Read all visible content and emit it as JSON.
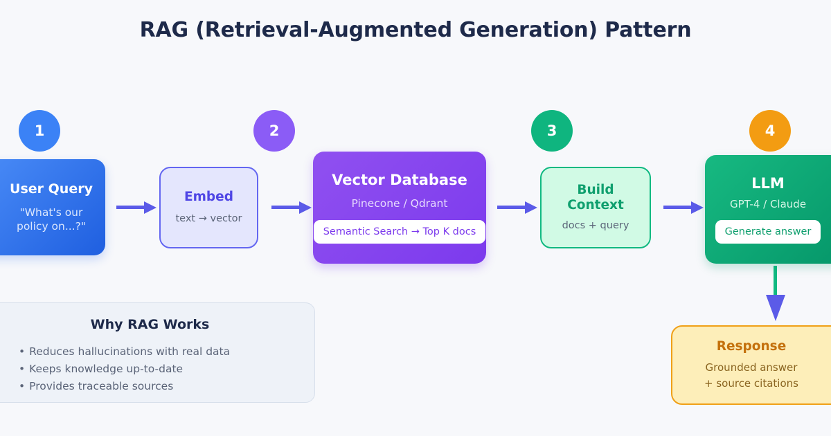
{
  "title": "RAG (Retrieval-Augmented Generation) Pattern",
  "colors": {
    "background": "#f7f8fb",
    "title": "#1e2a4a",
    "arrow": "#5b5be8",
    "step1": "#3b82f6",
    "step2": "#8b5cf6",
    "step3": "#10b981",
    "step4": "#f39c12",
    "vector_db": "#7c3aed",
    "llm": "#059669",
    "response_border": "#f0a018",
    "build_context_border": "#10b981",
    "embed_border": "#6366f1",
    "down_connector": "#10b981"
  },
  "steps": [
    {
      "number": "1",
      "badge_color": "#3b82f6"
    },
    {
      "number": "2",
      "badge_color": "#8b5cf6"
    },
    {
      "number": "3",
      "badge_color": "#0fb57f"
    },
    {
      "number": "4",
      "badge_color": "#f39c12"
    }
  ],
  "boxes": {
    "user_query": {
      "title": "User Query",
      "subtitle": "\"What's our\npolicy on...?\"",
      "sub_line1": "\"What's our",
      "sub_line2": "policy on...?\""
    },
    "embed": {
      "title": "Embed",
      "subtitle": "text → vector"
    },
    "vector_db": {
      "title": "Vector Database",
      "subtitle": "Pinecone / Qdrant",
      "pill": "Semantic Search → Top K docs"
    },
    "build_context": {
      "title_line1": "Build",
      "title_line2": "Context",
      "subtitle": "docs + query"
    },
    "llm": {
      "title": "LLM",
      "subtitle": "GPT-4 / Claude",
      "pill": "Generate answer"
    },
    "response": {
      "title": "Response",
      "sub_line1": "Grounded answer",
      "sub_line2": "+ source citations"
    }
  },
  "why_panel": {
    "title": "Why RAG Works",
    "bullet_marker": "•",
    "bullets": [
      "Reduces hallucinations with real data",
      "Keeps knowledge up-to-date",
      "Provides traceable sources"
    ]
  }
}
